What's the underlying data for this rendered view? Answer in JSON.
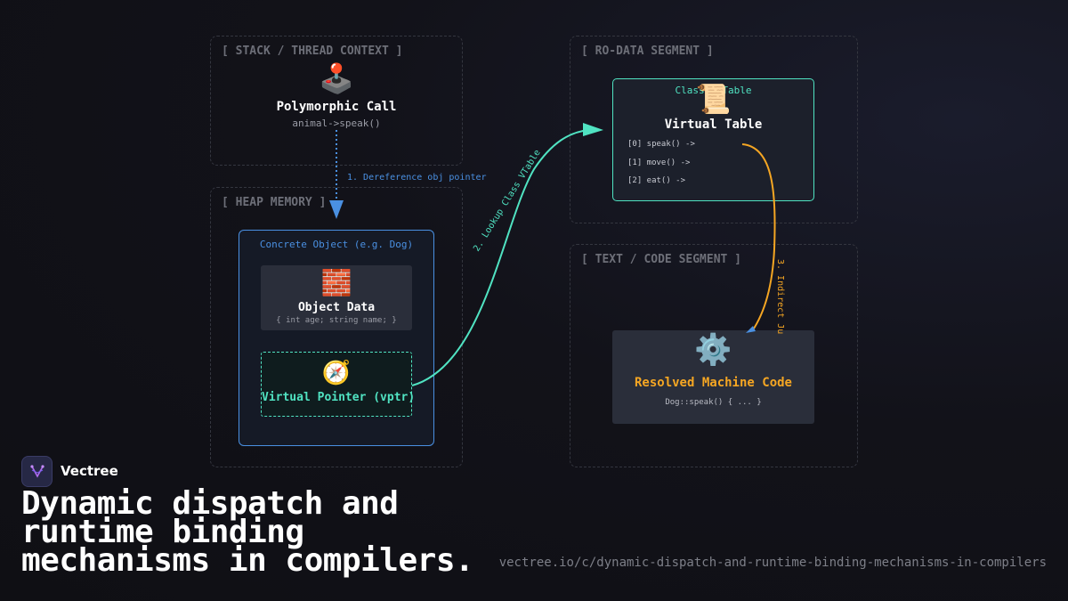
{
  "regions": {
    "stack": "[ STACK / THREAD CONTEXT ]",
    "heap": "[ HEAP MEMORY ]",
    "rodata": "[ RO-DATA SEGMENT ]",
    "text": "[ TEXT / CODE SEGMENT ]"
  },
  "call": {
    "icon": "🕹️",
    "title": "Polymorphic Call",
    "code": "animal->speak()"
  },
  "object": {
    "label": "Concrete Object (e.g. Dog)",
    "data": {
      "icon": "🧱",
      "title": "Object Data",
      "fields": "{ int age; string name; }"
    },
    "vptr": {
      "icon": "🧭",
      "title": "Virtual Pointer (vptr)"
    }
  },
  "vtable": {
    "label": "Class::VTable",
    "icon": "📜",
    "title": "Virtual Table",
    "entries": [
      "[0] speak() ->",
      "[1] move() ->",
      "[2] eat() ->"
    ]
  },
  "machine": {
    "icon": "⚙️",
    "title": "Resolved Machine Code",
    "code": "Dog::speak() { ... }"
  },
  "edges": {
    "deref": "1. Dereference obj pointer",
    "lookup": "2. Lookup Class VTable",
    "jump": "3. Indirect Ju"
  },
  "colors": {
    "blue": "#4a90e2",
    "teal": "#50e3c2",
    "orange": "#f5a623"
  },
  "brand": {
    "name": "Vectree",
    "logo_icon": "vectree-logo-icon"
  },
  "footer": {
    "title_line1": "Dynamic dispatch and",
    "title_line2": "runtime binding",
    "title_line3": "mechanisms in compilers.",
    "url": "vectree.io/c/dynamic-dispatch-and-runtime-binding-mechanisms-in-compilers"
  }
}
